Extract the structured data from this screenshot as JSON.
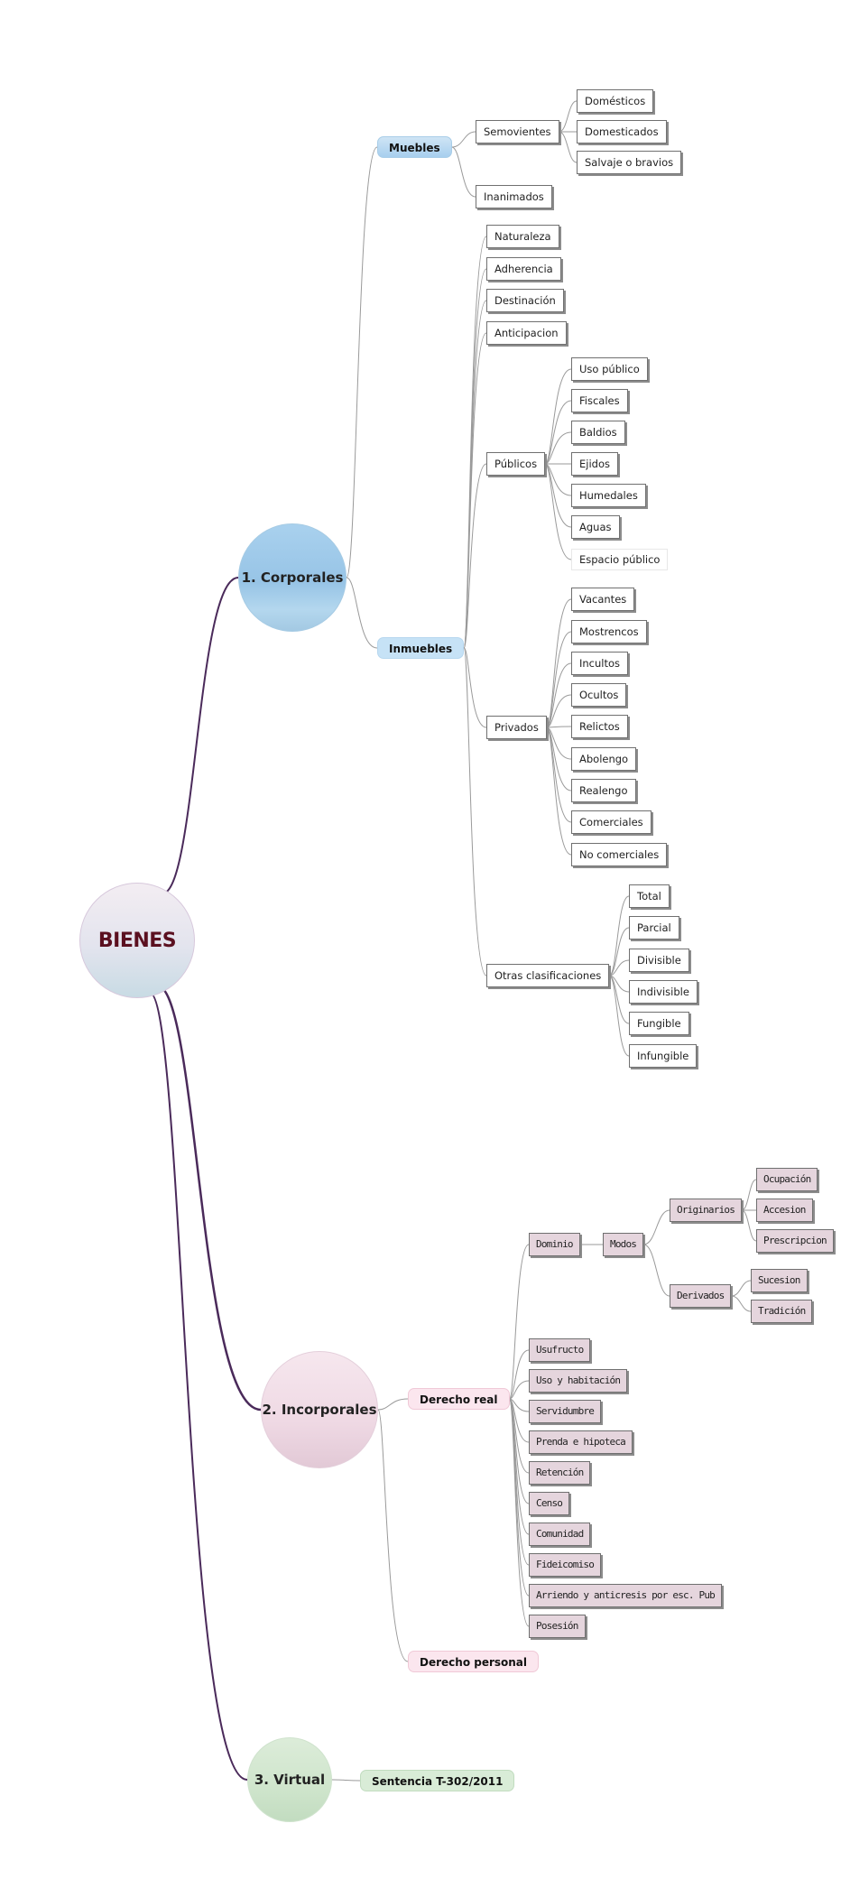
{
  "root": {
    "label": "BIENES"
  },
  "corporales": {
    "label": "1. Corporales",
    "muebles": {
      "label": "Muebles",
      "semovientes": {
        "label": "Semovientes",
        "items": [
          "Domésticos",
          "Domesticados",
          "Salvaje o bravios"
        ]
      },
      "inanimados": {
        "label": "Inanimados"
      }
    },
    "inmuebles": {
      "label": "Inmuebles",
      "simple": [
        "Naturaleza",
        "Adherencia",
        "Destinación",
        "Anticipacion"
      ],
      "publicos": {
        "label": "Públicos",
        "items": [
          "Uso público",
          "Fiscales",
          "Baldios",
          "Ejidos",
          "Humedales",
          "Aguas",
          "Espacio público"
        ]
      },
      "privados": {
        "label": "Privados",
        "items": [
          "Vacantes",
          "Mostrencos",
          "Incultos",
          "Ocultos",
          "Relictos",
          "Abolengo",
          "Realengo",
          "Comerciales",
          "No comerciales"
        ]
      },
      "otras": {
        "label": "Otras clasificaciones",
        "items": [
          "Total",
          "Parcial",
          "Divisible",
          "Indivisible",
          "Fungible",
          "Infungible"
        ]
      }
    }
  },
  "incorporales": {
    "label": "2. Incorporales",
    "derecho_real": {
      "label": "Derecho real",
      "dominio": {
        "label": "Dominio",
        "modos": {
          "label": "Modos",
          "originarios": {
            "label": "Originarios",
            "items": [
              "Ocupación",
              "Accesion",
              "Prescripcion"
            ]
          },
          "derivados": {
            "label": "Derivados",
            "items": [
              "Sucesion",
              "Tradición"
            ]
          }
        }
      },
      "items": [
        "Usufructo",
        "Uso y habitación",
        "Servidumbre",
        "Prenda e hipoteca",
        "Retención",
        "Censo",
        "Comunidad",
        "Fideicomiso",
        "Arriendo y anticresis por esc. Pub",
        "Posesión"
      ]
    },
    "derecho_personal": {
      "label": "Derecho personal"
    }
  },
  "virtual": {
    "label": "3. Virtual",
    "sentencia": {
      "label": "Sentencia T-302/2011"
    }
  },
  "colors": {
    "branch_main": "#4a2a5a",
    "branch_sub": "#9a9a9a"
  }
}
